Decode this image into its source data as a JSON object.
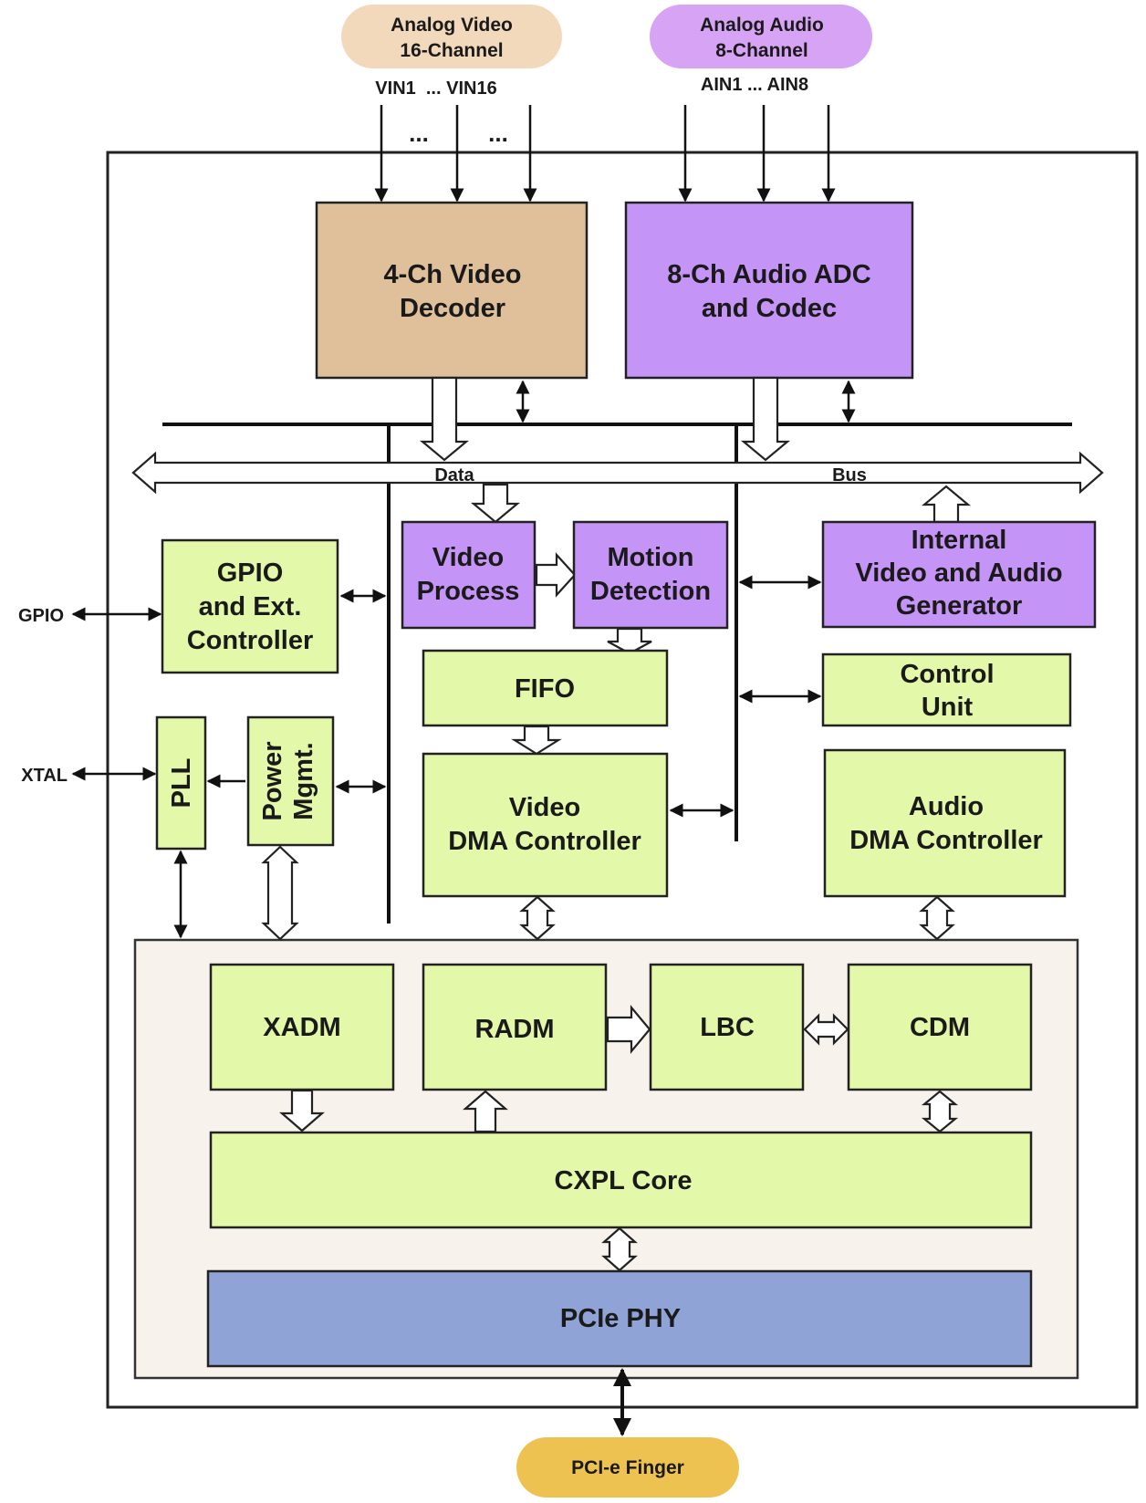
{
  "colors": {
    "video_input_pill": "#F2D9BC",
    "audio_input_pill": "#D6A3F5",
    "video_decoder": "#DFC09A",
    "purple_block": "#C494F7",
    "green_block": "#E3F8A8",
    "pcie_region": "#F7F2EC",
    "pcie_phy": "#8FA3D6",
    "finger_pill": "#EDC250"
  },
  "inputs": {
    "video": {
      "line1": "Analog Video",
      "line2": "16-Channel",
      "pins": "VIN1  ... VIN16",
      "ellipsis": "..."
    },
    "audio": {
      "line1": "Analog Audio",
      "line2": "8-Channel",
      "pins": "AIN1 ... AIN8"
    }
  },
  "blocks": {
    "video_decoder": {
      "line1": "4-Ch Video",
      "line2": "Decoder"
    },
    "audio_adc": {
      "line1": "8-Ch Audio ADC",
      "line2": "and Codec"
    },
    "gpio_controller": {
      "line1": "GPIO",
      "line2": "and Ext.",
      "line3": "Controller"
    },
    "video_process": {
      "line1": "Video",
      "line2": "Process"
    },
    "motion_detection": {
      "line1": "Motion",
      "line2": "Detection"
    },
    "generator": {
      "line1": "Internal",
      "line2": "Video and Audio",
      "line3": "Generator"
    },
    "fifo": {
      "label": "FIFO"
    },
    "control_unit": {
      "line1": "Control",
      "line2": "Unit"
    },
    "pll": {
      "label": "PLL"
    },
    "power_mgmt": {
      "line1": "Power",
      "line2": "Mgmt."
    },
    "video_dma": {
      "line1": "Video",
      "line2": "DMA Controller"
    },
    "audio_dma": {
      "line1": "Audio",
      "line2": "DMA Controller"
    },
    "xadm": {
      "label": "XADM"
    },
    "radm": {
      "label": "RADM"
    },
    "lbc": {
      "label": "LBC"
    },
    "cdm": {
      "label": "CDM"
    },
    "cxpl_core": {
      "label": "CXPL Core"
    },
    "pcie_phy": {
      "label": "PCIe PHY"
    }
  },
  "bus": {
    "data_label": "Data",
    "bus_label": "Bus"
  },
  "external": {
    "gpio": "GPIO",
    "xtal": "XTAL",
    "finger": "PCI-e Finger"
  }
}
